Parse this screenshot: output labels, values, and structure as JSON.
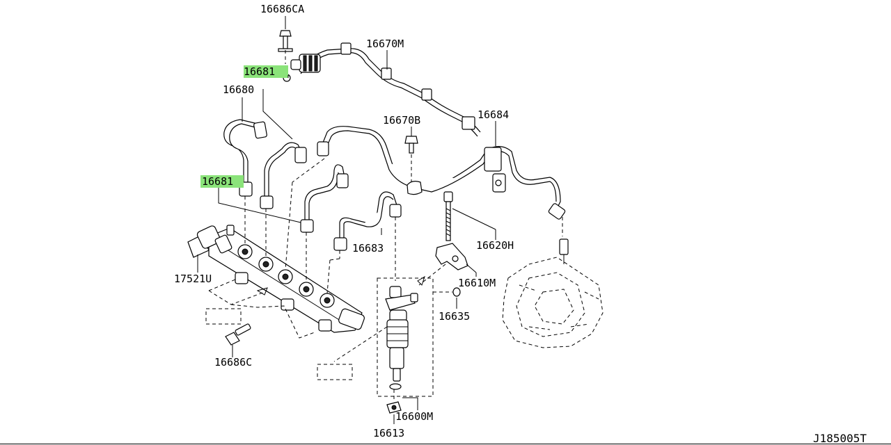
{
  "diagram": {
    "code": "J185005T",
    "labels": {
      "l_16686CA": "16686CA",
      "l_16670M": "16670M",
      "l_16681_top": "16681",
      "l_16680": "16680",
      "l_16670B": "16670B",
      "l_16684": "16684",
      "l_16681_mid": "16681",
      "l_16620H": "16620H",
      "l_16683": "16683",
      "l_17521U": "17521U",
      "l_16610M": "16610M",
      "l_16635": "16635",
      "l_16686C": "16686C",
      "l_16600M": "16600M",
      "l_16613": "16613"
    },
    "highlight_color": "#8be37a"
  }
}
